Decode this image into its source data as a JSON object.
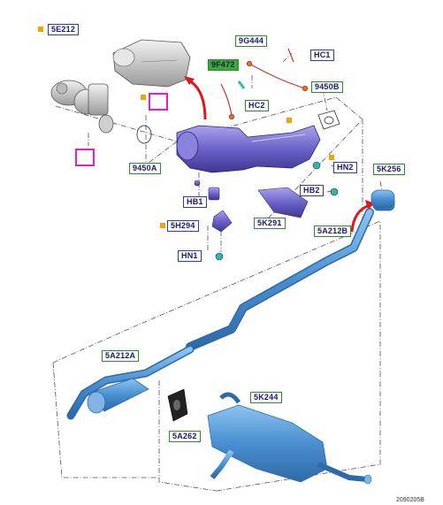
{
  "labels": {
    "p5E212": "5E212",
    "p9G444": "9G444",
    "pHC1": "HC1",
    "p9F472": "9F472",
    "p9450B": "9450B",
    "pHC2": "HC2",
    "p9450A": "9450A",
    "pHN2": "HN2",
    "p5K256": "5K256",
    "pHB1": "HB1",
    "pHB2": "HB2",
    "p5K291": "5K291",
    "p5H294": "5H294",
    "p5A212B": "5A212B",
    "pHN1": "HN1",
    "p5A212A": "5A212A",
    "p5K244": "5K244",
    "p5A262": "5A262"
  },
  "footer_code": "2090205B",
  "colors": {
    "label_green": "#2c8a2c",
    "label_blue": "#2a3bb5",
    "reference_square": "#f4a300",
    "callout_magenta": "#e020c8",
    "pipe_blue": "#5b9bd5",
    "catalyst_purple": "#6b63c7",
    "arrow_red": "#e0161e"
  },
  "icons": [
    "turbocharger-icon",
    "catalyst-heatshield-icon",
    "wrench-icon"
  ]
}
